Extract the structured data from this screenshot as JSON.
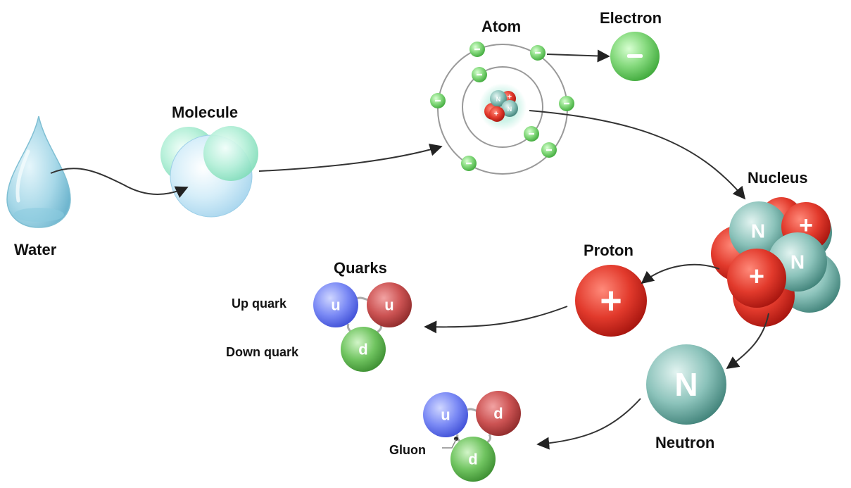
{
  "labels": {
    "water": "Water",
    "molecule": "Molecule",
    "atom": "Atom",
    "electron": "Electron",
    "nucleus": "Nucleus",
    "proton": "Proton",
    "neutron": "Neutron",
    "quarks": "Quarks",
    "up_quark": "Up quark",
    "down_quark": "Down quark",
    "gluon": "Gluon"
  },
  "symbols": {
    "electron": "-",
    "proton": "+",
    "neutron": "N",
    "up": "u",
    "down": "d"
  },
  "colors": {
    "water": "#9fd3e6",
    "molecule_blue": "#cfe9f6",
    "molecule_green": "#a8ecd2",
    "electron": "#7ed67a",
    "proton": "#e0322a",
    "neutron": "#7cb8b0",
    "up_quark": "#6f7ff0",
    "red_quark": "#c85050",
    "down_quark": "#6cc25e",
    "arrow": "#333333"
  }
}
